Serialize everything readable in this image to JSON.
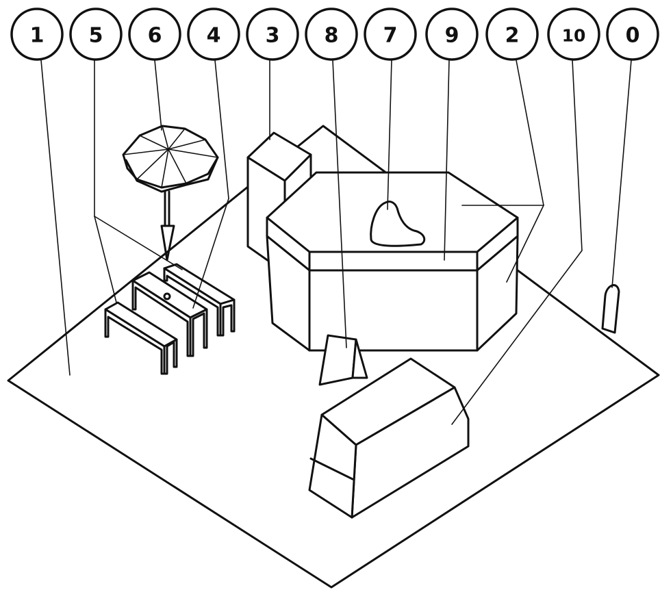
{
  "callouts": [
    {
      "id": "callout-1",
      "label": "1"
    },
    {
      "id": "callout-5",
      "label": "5"
    },
    {
      "id": "callout-6",
      "label": "6"
    },
    {
      "id": "callout-4",
      "label": "4"
    },
    {
      "id": "callout-3",
      "label": "3"
    },
    {
      "id": "callout-8",
      "label": "8"
    },
    {
      "id": "callout-7",
      "label": "7"
    },
    {
      "id": "callout-9",
      "label": "9"
    },
    {
      "id": "callout-2",
      "label": "2"
    },
    {
      "id": "callout-10",
      "label": "10"
    },
    {
      "id": "callout-0",
      "label": "0"
    }
  ],
  "colors": {
    "ink": "#111111",
    "paper": "#ffffff"
  }
}
